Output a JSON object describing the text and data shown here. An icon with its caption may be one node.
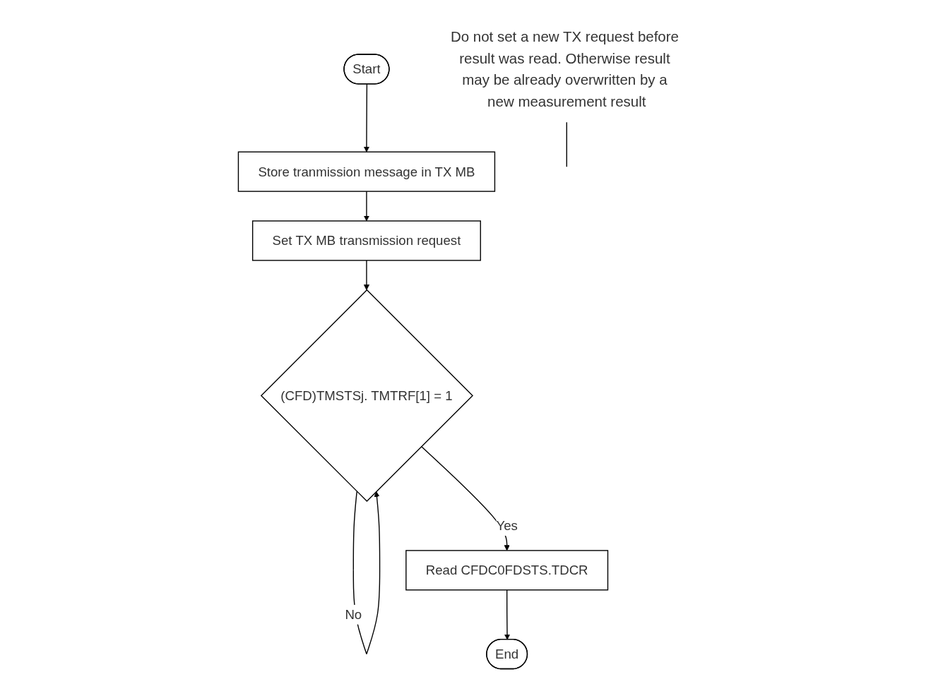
{
  "diagram": {
    "nodes": [
      {
        "text": [
          "Start"
        ]
      },
      {
        "text": [
          "Store tranmission message in TX MB"
        ]
      },
      {
        "text": [
          "Set TX MB transmission request"
        ]
      },
      {
        "text": [
          "(CFD)TMSTSj. TMTRF[1] = 1"
        ]
      },
      {
        "text": [
          "Read CFDC0FDSTS.TDCR"
        ]
      },
      {
        "text": [
          "End"
        ]
      },
      {
        "text": [
          "Do not set a new TX request before result was read. Otherwise result may be already overwritten by a new measurement result"
        ]
      }
    ],
    "edges": [
      {
        "from": 0,
        "to": 1,
        "arrow": "to"
      },
      {
        "from": 1,
        "to": 2,
        "arrow": "to"
      },
      {
        "from": 2,
        "to": 3,
        "arrow": "to"
      },
      {
        "from": 3,
        "to": 3,
        "arrow": "to",
        "label": "No"
      },
      {
        "from": 3,
        "to": 4,
        "arrow": "to",
        "label": "Yes"
      },
      {
        "from": 4,
        "to": 5,
        "arrow": "to"
      },
      {
        "from": 6,
        "to": null,
        "arrow": "none"
      }
    ]
  }
}
